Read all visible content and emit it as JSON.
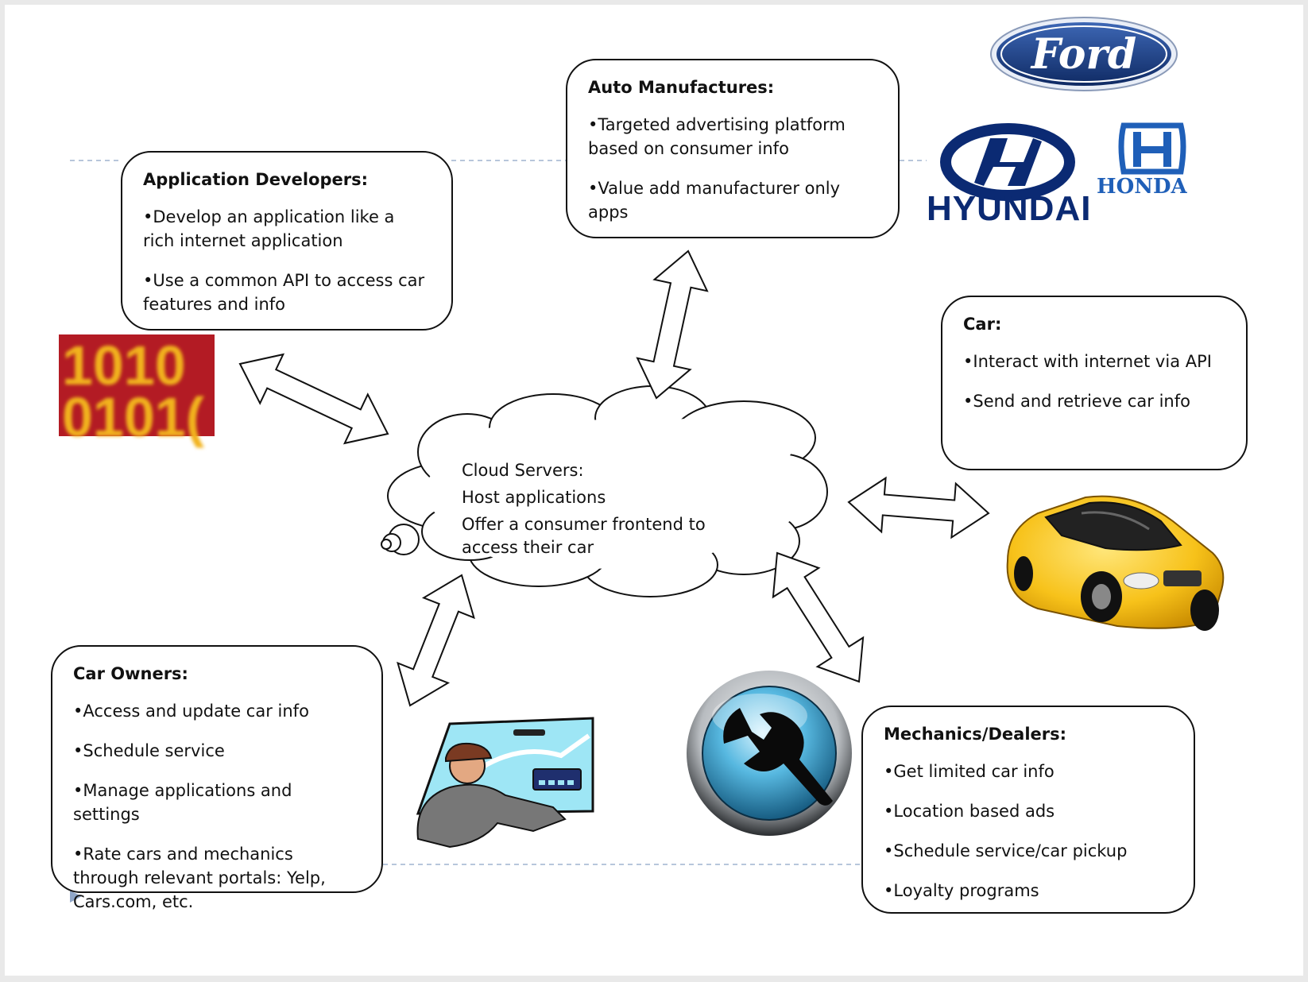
{
  "nodes": {
    "app_dev": {
      "title": "Application Developers:",
      "items": [
        "•Develop an application like a rich internet application",
        "•Use a common API to access car features and info"
      ]
    },
    "auto_mfg": {
      "title": "Auto Manufactures:",
      "items": [
        "•Targeted advertising platform based on consumer info",
        "•Value add  manufacturer only apps"
      ]
    },
    "car": {
      "title": "Car:",
      "items": [
        "•Interact with internet via API",
        "•Send and retrieve car info"
      ]
    },
    "car_owners": {
      "title": "Car Owners:",
      "items": [
        "•Access and update car info",
        "•Schedule service",
        "•Manage applications and settings",
        "•Rate cars and mechanics through relevant portals: Yelp, Cars.com, etc."
      ]
    },
    "mechanics": {
      "title": "Mechanics/Dealers:",
      "items": [
        "•Get limited car info",
        "•Location based ads",
        "•Schedule service/car pickup",
        "•Loyalty programs"
      ]
    },
    "cloud": {
      "lines": [
        "Cloud Servers:",
        "Host applications",
        "Offer a consumer frontend to access their car"
      ]
    }
  },
  "edges": [
    {
      "from": "app_dev",
      "to": "cloud",
      "type": "bidirectional"
    },
    {
      "from": "auto_mfg",
      "to": "cloud",
      "type": "bidirectional"
    },
    {
      "from": "car",
      "to": "cloud",
      "type": "bidirectional"
    },
    {
      "from": "car_owners",
      "to": "cloud",
      "type": "bidirectional"
    },
    {
      "from": "mechanics",
      "to": "cloud",
      "type": "bidirectional"
    }
  ],
  "logos": {
    "ford": "Ford",
    "hyundai": "HYUNDAI",
    "honda": "HONDA",
    "binary_line1": "1010",
    "binary_line2": "0101("
  },
  "colors": {
    "ford_blue": "#13306e",
    "hyundai_blue": "#0b2a73",
    "honda_blue": "#1f5fb8",
    "binary_bg": "#b31b24",
    "binary_text": "#f2b21c",
    "car_yellow": "#f7c21a",
    "guide_line": "#9fb3cf"
  },
  "icons": {
    "binary": "binary-code-image",
    "car": "yellow-car-illustration",
    "driver": "driver-clipart",
    "wrench": "wrench-button-icon"
  }
}
